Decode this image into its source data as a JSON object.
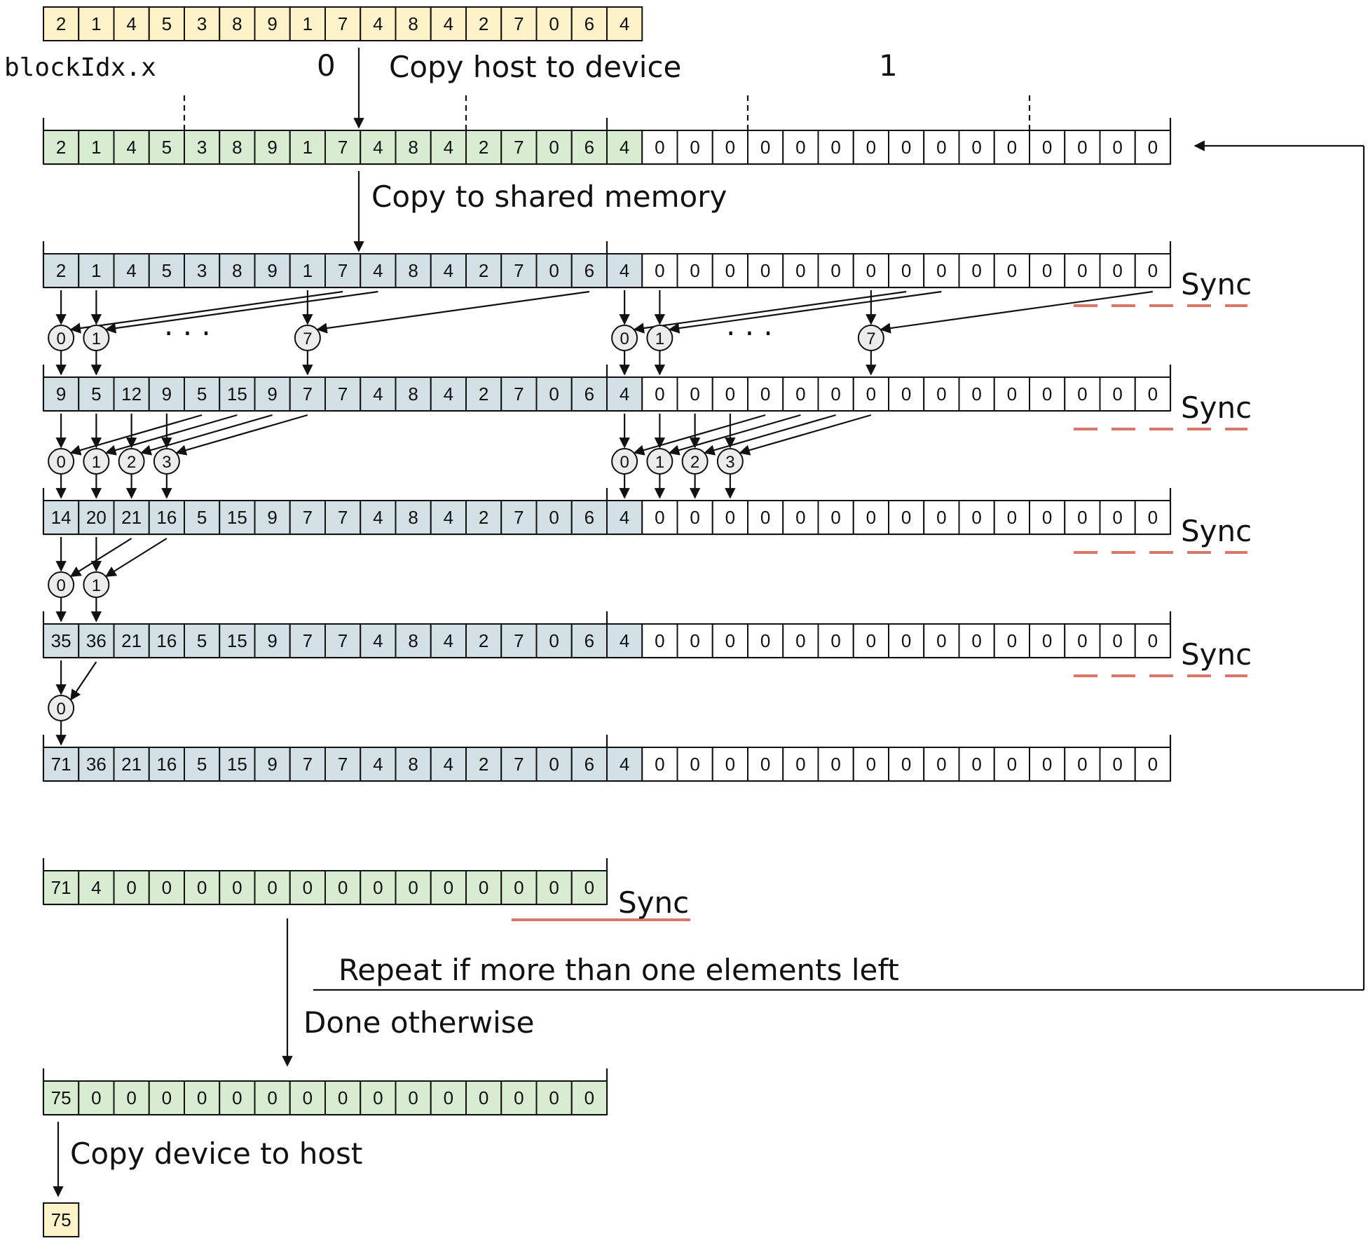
{
  "colors": {
    "host": "#fdf2c8",
    "device": "#d8ecd2",
    "shared": "#d3e1e6",
    "empty": "#ffffff",
    "sync": "#d9776a",
    "stroke": "#111111",
    "thread": "#ececec"
  },
  "labels": {
    "block_idx": "blockIdx.x",
    "block0": "0",
    "block1": "1",
    "copy_h2d": "Copy host to device",
    "copy_shared": "Copy to shared memory",
    "sync": "Sync",
    "repeat": "Repeat if more than one elements left",
    "done": "Done otherwise",
    "copy_d2h": "Copy device to host",
    "ellipsis": "· · ·"
  },
  "arrays": {
    "host": [
      "2",
      "1",
      "4",
      "5",
      "3",
      "8",
      "9",
      "1",
      "7",
      "4",
      "8",
      "4",
      "2",
      "7",
      "0",
      "6",
      "4"
    ],
    "device": [
      "2",
      "1",
      "4",
      "5",
      "3",
      "8",
      "9",
      "1",
      "7",
      "4",
      "8",
      "4",
      "2",
      "7",
      "0",
      "6",
      "4",
      "0",
      "0",
      "0",
      "0",
      "0",
      "0",
      "0",
      "0",
      "0",
      "0",
      "0",
      "0",
      "0",
      "0",
      "0"
    ],
    "shared0": [
      "2",
      "1",
      "4",
      "5",
      "3",
      "8",
      "9",
      "1",
      "7",
      "4",
      "8",
      "4",
      "2",
      "7",
      "0",
      "6",
      "4",
      "0",
      "0",
      "0",
      "0",
      "0",
      "0",
      "0",
      "0",
      "0",
      "0",
      "0",
      "0",
      "0",
      "0",
      "0"
    ],
    "shared1": [
      "9",
      "5",
      "12",
      "9",
      "5",
      "15",
      "9",
      "7",
      "7",
      "4",
      "8",
      "4",
      "2",
      "7",
      "0",
      "6",
      "4",
      "0",
      "0",
      "0",
      "0",
      "0",
      "0",
      "0",
      "0",
      "0",
      "0",
      "0",
      "0",
      "0",
      "0",
      "0"
    ],
    "shared2": [
      "14",
      "20",
      "21",
      "16",
      "5",
      "15",
      "9",
      "7",
      "7",
      "4",
      "8",
      "4",
      "2",
      "7",
      "0",
      "6",
      "4",
      "0",
      "0",
      "0",
      "0",
      "0",
      "0",
      "0",
      "0",
      "0",
      "0",
      "0",
      "0",
      "0",
      "0",
      "0"
    ],
    "shared3": [
      "35",
      "36",
      "21",
      "16",
      "5",
      "15",
      "9",
      "7",
      "7",
      "4",
      "8",
      "4",
      "2",
      "7",
      "0",
      "6",
      "4",
      "0",
      "0",
      "0",
      "0",
      "0",
      "0",
      "0",
      "0",
      "0",
      "0",
      "0",
      "0",
      "0",
      "0",
      "0"
    ],
    "shared4": [
      "71",
      "36",
      "21",
      "16",
      "5",
      "15",
      "9",
      "7",
      "7",
      "4",
      "8",
      "4",
      "2",
      "7",
      "0",
      "6",
      "4",
      "0",
      "0",
      "0",
      "0",
      "0",
      "0",
      "0",
      "0",
      "0",
      "0",
      "0",
      "0",
      "0",
      "0",
      "0"
    ],
    "partial": [
      "71",
      "4",
      "0",
      "0",
      "0",
      "0",
      "0",
      "0",
      "0",
      "0",
      "0",
      "0",
      "0",
      "0",
      "0",
      "0"
    ],
    "final": [
      "75",
      "0",
      "0",
      "0",
      "0",
      "0",
      "0",
      "0",
      "0",
      "0",
      "0",
      "0",
      "0",
      "0",
      "0",
      "0"
    ],
    "result": [
      "75"
    ]
  },
  "threads": {
    "stage1": [
      "0",
      "1",
      "7"
    ],
    "stage2": [
      "0",
      "1",
      "2",
      "3"
    ],
    "stage3": [
      "0",
      "1"
    ],
    "stage4": [
      "0"
    ]
  }
}
